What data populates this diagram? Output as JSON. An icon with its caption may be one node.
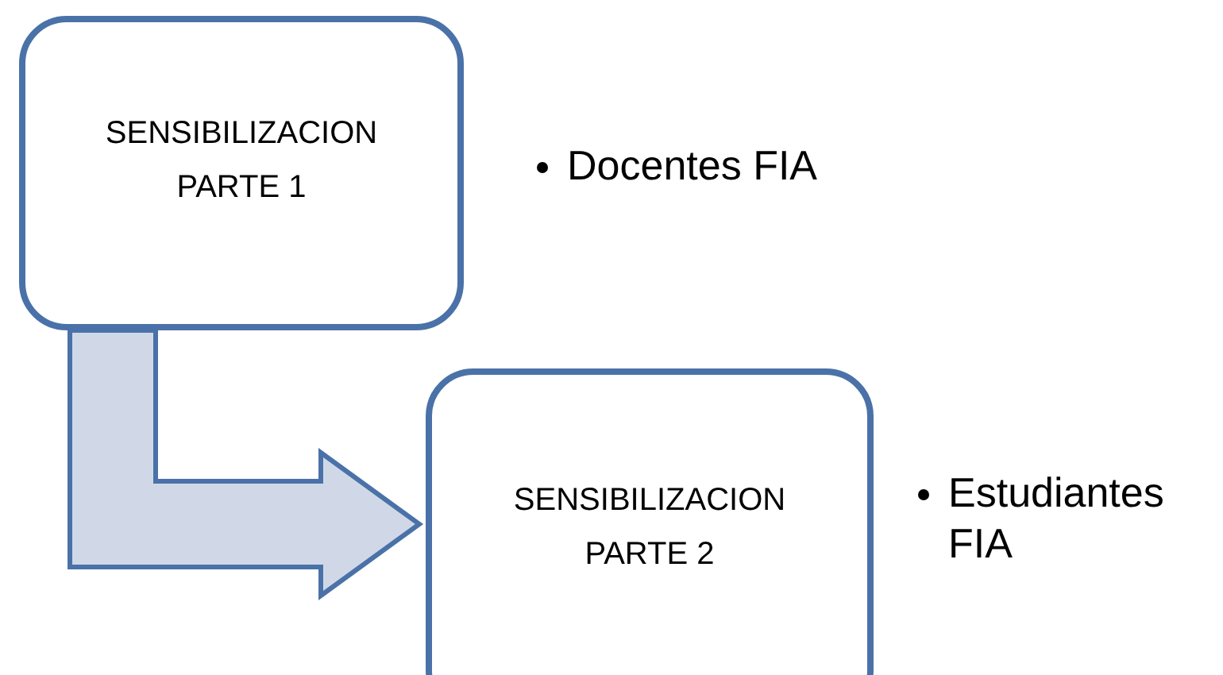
{
  "diagram": {
    "nodes": [
      {
        "text": [
          "SENSIBILIZACION PARTE 1"
        ],
        "beside": [
          "Docentes FIA"
        ]
      },
      {
        "text": [
          "SENSIBILIZACION PARTE 2"
        ],
        "beside": [
          "Estudiantes FIA"
        ]
      }
    ],
    "edges": [
      {
        "from": 0,
        "to": 1,
        "arrow": "to"
      }
    ]
  }
}
